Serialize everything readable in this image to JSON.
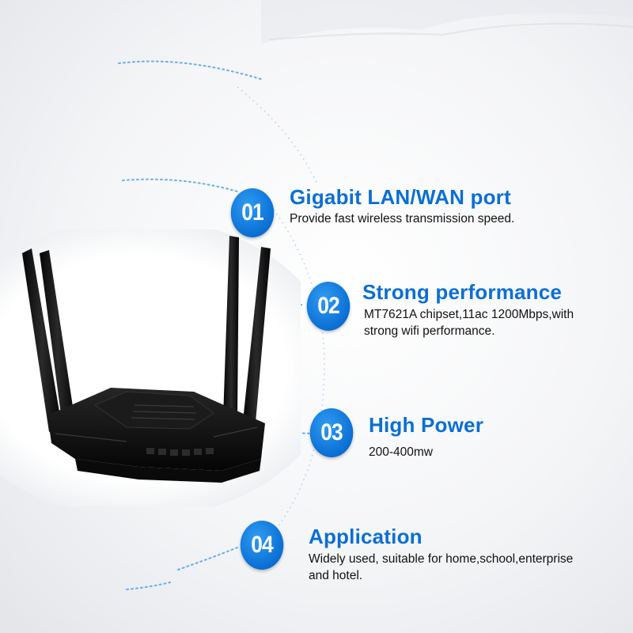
{
  "features": [
    {
      "number": "01",
      "title": "Gigabit LAN/WAN port",
      "description": [
        "Provide fast wireless transmission speed."
      ]
    },
    {
      "number": "02",
      "title": "Strong performance",
      "description": [
        "MT7621A chipset,11ac 1200Mbps,with",
        "strong wifi performance."
      ]
    },
    {
      "number": "03",
      "title": "High Power",
      "description": [
        "200-400mw"
      ]
    },
    {
      "number": "04",
      "title": "Application",
      "description": [
        "Widely used, suitable for home,school,enterprise",
        "and hotel."
      ]
    }
  ],
  "colors": {
    "accent": "#0b6fd3",
    "badge": "#0a6fd4",
    "text": "#111111",
    "router": "#111111"
  },
  "icons": [
    "router-image"
  ]
}
